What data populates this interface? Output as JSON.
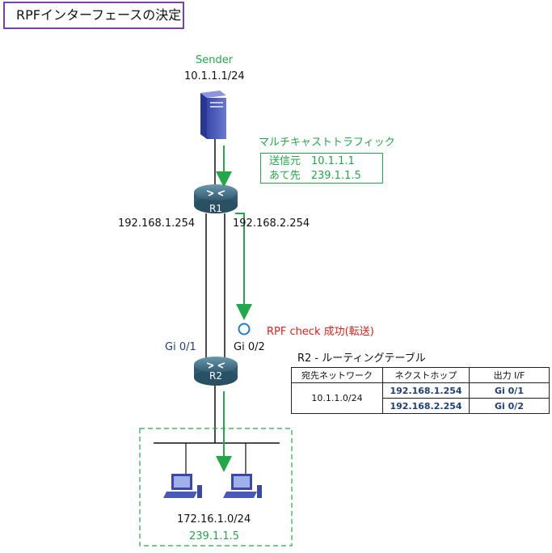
{
  "title": "RPFインターフェースの決定",
  "sender": {
    "label": "Sender",
    "ip": "10.1.1.1/24"
  },
  "traffic": {
    "label": "マルチキャストトラフィック",
    "src_line": "送信元　10.1.1.1",
    "dst_line": "あて先　239.1.1.5"
  },
  "r1": {
    "name": "R1",
    "if_left_ip": "192.168.1.254",
    "if_right_ip": "192.168.2.254"
  },
  "r2": {
    "name": "R2",
    "if_left": "Gi 0/1",
    "if_right": "Gi 0/2"
  },
  "rpf_check": "RPF check 成功(転送)",
  "routing_table": {
    "title": "R2 - ルーティングテーブル",
    "headers": [
      "宛先ネットワーク",
      "ネクストホップ",
      "出力 I/F"
    ],
    "destination": "10.1.1.0/24",
    "rows": [
      {
        "next_hop": "192.168.1.254",
        "out_if": "Gi 0/1"
      },
      {
        "next_hop": "192.168.2.254",
        "out_if": "Gi 0/2"
      }
    ]
  },
  "lan": {
    "network": "172.16.1.0/24",
    "group": "239.1.1.5"
  },
  "colors": {
    "green": "#22a84a",
    "red": "#e0201b",
    "blue": "#1f3f7a",
    "purple": "#7b3fb0",
    "router": "#3f6f86"
  }
}
